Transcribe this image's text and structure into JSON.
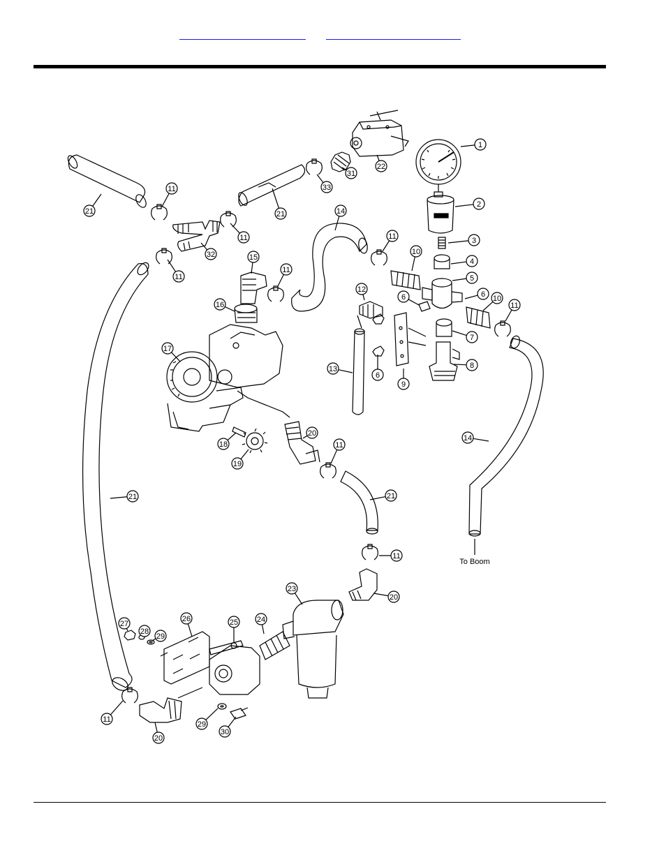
{
  "header": {
    "links": [
      "",
      ""
    ]
  },
  "diagram": {
    "callouts": [
      {
        "id": "c1",
        "label": "1"
      },
      {
        "id": "c2",
        "label": "2"
      },
      {
        "id": "c3",
        "label": "3"
      },
      {
        "id": "c4",
        "label": "4"
      },
      {
        "id": "c5",
        "label": "5"
      },
      {
        "id": "c6a",
        "label": "6"
      },
      {
        "id": "c6b",
        "label": "6"
      },
      {
        "id": "c6c",
        "label": "6"
      },
      {
        "id": "c7",
        "label": "7"
      },
      {
        "id": "c8",
        "label": "8"
      },
      {
        "id": "c9",
        "label": "9"
      },
      {
        "id": "c10a",
        "label": "10"
      },
      {
        "id": "c10b",
        "label": "10"
      },
      {
        "id": "c11a",
        "label": "11"
      },
      {
        "id": "c11b",
        "label": "11"
      },
      {
        "id": "c11c",
        "label": "11"
      },
      {
        "id": "c11d",
        "label": "11"
      },
      {
        "id": "c11e",
        "label": "11"
      },
      {
        "id": "c11f",
        "label": "11"
      },
      {
        "id": "c11g",
        "label": "11"
      },
      {
        "id": "c11h",
        "label": "11"
      },
      {
        "id": "c11i",
        "label": "11"
      },
      {
        "id": "c12",
        "label": "12"
      },
      {
        "id": "c13",
        "label": "13"
      },
      {
        "id": "c14a",
        "label": "14"
      },
      {
        "id": "c14b",
        "label": "14"
      },
      {
        "id": "c15",
        "label": "15"
      },
      {
        "id": "c16",
        "label": "16"
      },
      {
        "id": "c17",
        "label": "17"
      },
      {
        "id": "c18",
        "label": "18"
      },
      {
        "id": "c19",
        "label": "19"
      },
      {
        "id": "c20a",
        "label": "20"
      },
      {
        "id": "c20b",
        "label": "20"
      },
      {
        "id": "c20c",
        "label": "20"
      },
      {
        "id": "c21a",
        "label": "21"
      },
      {
        "id": "c21b",
        "label": "21"
      },
      {
        "id": "c21c",
        "label": "21"
      },
      {
        "id": "c21d",
        "label": "21"
      },
      {
        "id": "c22",
        "label": "22"
      },
      {
        "id": "c23",
        "label": "23"
      },
      {
        "id": "c24",
        "label": "24"
      },
      {
        "id": "c25",
        "label": "25"
      },
      {
        "id": "c26",
        "label": "26"
      },
      {
        "id": "c27",
        "label": "27"
      },
      {
        "id": "c28",
        "label": "28"
      },
      {
        "id": "c29a",
        "label": "29"
      },
      {
        "id": "c29b",
        "label": "29"
      },
      {
        "id": "c30",
        "label": "30"
      },
      {
        "id": "c31",
        "label": "31"
      },
      {
        "id": "c32",
        "label": "32"
      },
      {
        "id": "c33",
        "label": "33"
      }
    ],
    "note": "To Boom"
  }
}
